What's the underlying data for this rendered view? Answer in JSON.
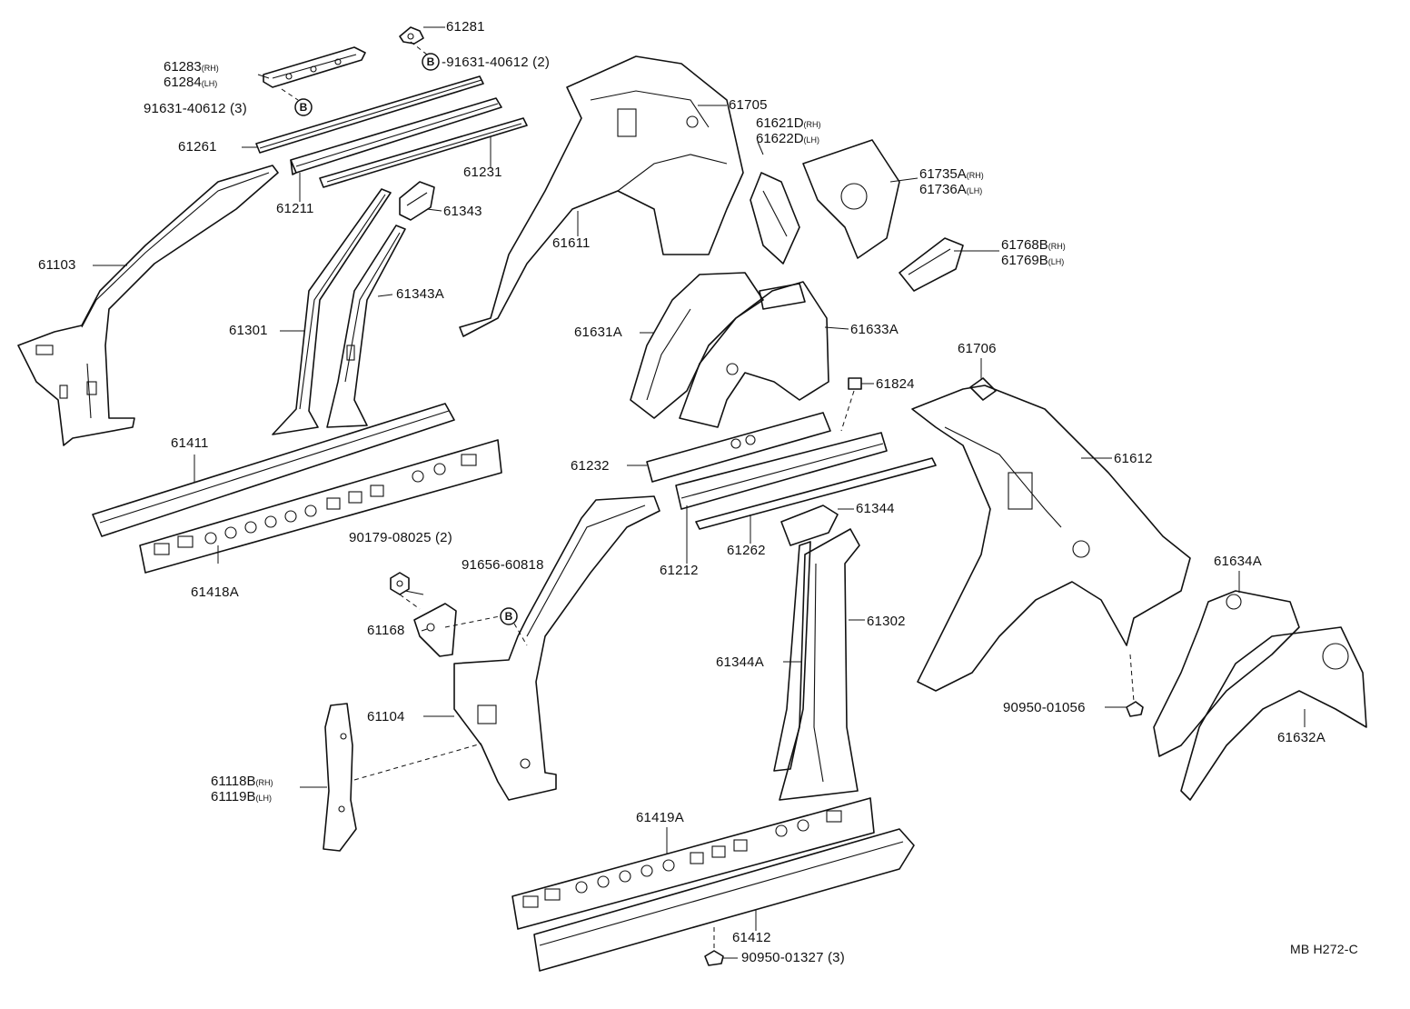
{
  "labels": {
    "p61281": "61281",
    "p91631_top": "-91631-40612 (2)",
    "p61283": "61283",
    "p61284": "61284",
    "p91631_left": "91631-40612 (3)",
    "p61261": "61261",
    "p61231": "61231",
    "p61211": "61211",
    "p61343": "61343",
    "p61103": "61103",
    "p61343A": "61343A",
    "p61301": "61301",
    "p61411": "61411",
    "p61418A": "61418A",
    "p90179": "90179-08025 (2)",
    "p91656": "91656-60818",
    "p61168": "61168",
    "p61104": "61104",
    "p61118B": "61118B",
    "p61119B": "61119B",
    "p61705": "61705",
    "p61611": "61611",
    "p61621D": "61621D",
    "p61622D": "61622D",
    "p61735A": "61735A",
    "p61736A": "61736A",
    "p61768B": "61768B",
    "p61769B": "61769B",
    "p61631A": "61631A",
    "p61633A": "61633A",
    "p61824": "61824",
    "p61706": "61706",
    "p61232": "61232",
    "p61612": "61612",
    "p61344": "61344",
    "p61212": "61212",
    "p61262": "61262",
    "p61302": "61302",
    "p61344A": "61344A",
    "p61634A": "61634A",
    "p90950_right": "90950-01056",
    "p61632A": "61632A",
    "p61419A": "61419A",
    "p61412": "61412",
    "p90950_bottom": "90950-01327 (3)",
    "figure_code": "MB H272-C"
  },
  "suffixes": {
    "rh": "(RH)",
    "lh": "(LH)"
  },
  "marker_letter": "B"
}
